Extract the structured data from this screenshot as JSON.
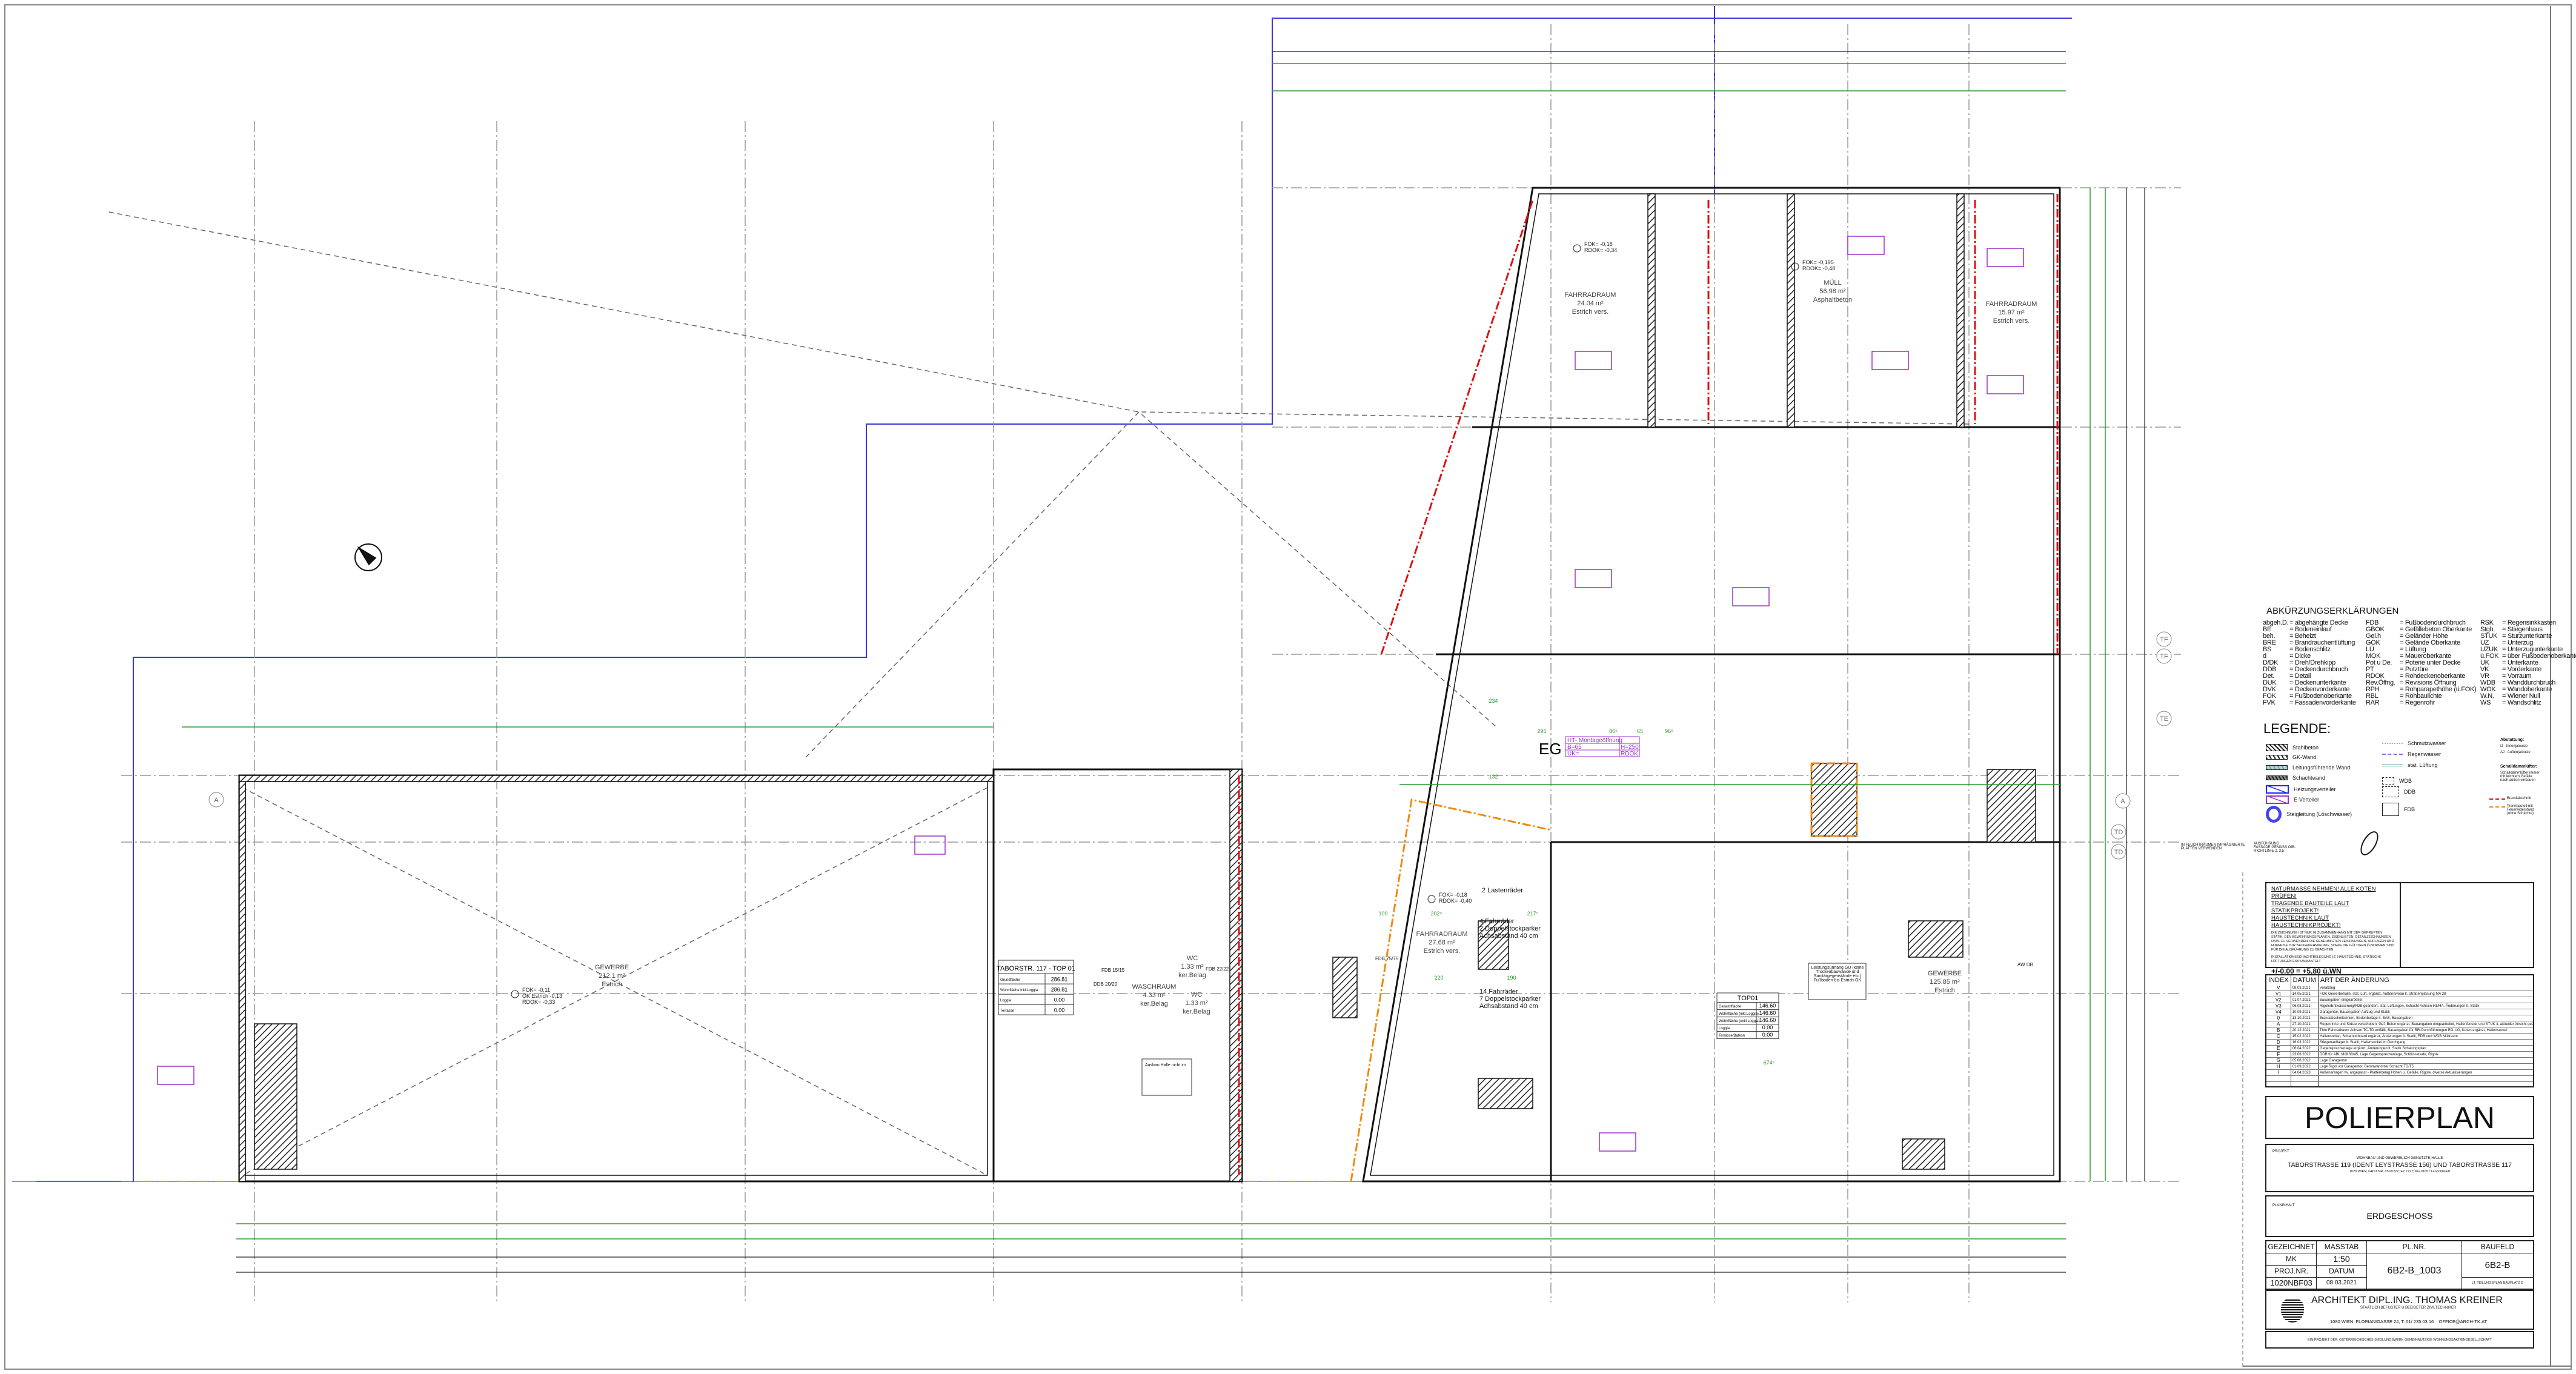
{
  "colors": {
    "wall": "#222222",
    "dimension": "#2e9a2e",
    "annotation": "#9b30c8",
    "property_line": "#3a3ad6",
    "fire": "#e01010",
    "fire_partition": "#f08a10"
  },
  "plan": {
    "level_label": "EG",
    "axes": [
      "TF",
      "TF",
      "TE",
      "TD",
      "TD",
      "A",
      "A"
    ],
    "rooms": [
      {
        "name": "GEWERBE",
        "area": "212.1 m²",
        "finish": "Estrich"
      },
      {
        "name": "WASCHRAUM",
        "area": "4.33 m²",
        "finish": "ker.Belag"
      },
      {
        "name": "WC",
        "area": "1.33 m²",
        "finish": "ker.Belag"
      },
      {
        "name": "WC",
        "area": "1.33 m²",
        "finish": "ker.Belag"
      },
      {
        "name": "FAHRRADRAUM",
        "area": "27.68 m²",
        "finish": "Estrich vers."
      },
      {
        "name": "FAHRRADRAUM",
        "area": "24.04 m²",
        "finish": "Estrich vers."
      },
      {
        "name": "MÜLL",
        "area": "56.98 m²",
        "finish": "Asphaltbeton"
      },
      {
        "name": "FAHRRADRAUM",
        "area": "15.97 m²",
        "finish": "Estrich vers."
      },
      {
        "name": "GEWERBE",
        "area": "125.85 m²",
        "finish": "Estrich"
      }
    ],
    "levels": [
      {
        "fok": "FOK= -0,11",
        "extra": "OK Estrich -0,13",
        "rdok": "RDOK= -0,33"
      },
      {
        "fok": "FOK= -0,18",
        "rdok": "RDOK= -0,40"
      },
      {
        "fok": "FOK= -0,18",
        "rdok": "RDOK= -0,34"
      },
      {
        "fok": "FOK= -0,195",
        "rdok": "RDOK= -0,48"
      }
    ],
    "bike_notes": [
      "2 Lastenräder",
      "4 Fahrräder",
      "2 Doppelstockparker",
      "Achsabstand 40 cm",
      "14 Fahrräder",
      "7 Doppelstockparker",
      "Achsabstand 40 cm"
    ],
    "opening": {
      "title": "HT- Montageöffnung",
      "b": "B=65",
      "h": "H=250",
      "uk": "UK=",
      "ref": "RDOK"
    },
    "dims": [
      "109",
      "202⁵",
      "217⁵",
      "220",
      "190",
      "296",
      "86⁵",
      "65",
      "96⁵",
      "674⁵",
      "234",
      "132"
    ],
    "fdb_labels": [
      "FDB 15/15",
      "DDB 20/20",
      "FDB 22/22",
      "FDB 75/75",
      "AW DB"
    ],
    "area_table_1": {
      "title": "TABORSTR. 117 - TOP 01",
      "rows": [
        [
          "Grundfläche",
          "286.81"
        ],
        [
          "Wohnfläche inkl.Loggia",
          "286.81"
        ],
        [
          "Loggia",
          "0.00"
        ],
        [
          "Terrasse",
          "0.00"
        ]
      ]
    },
    "area_table_2": {
      "title": "TOP01",
      "rows": [
        [
          "Gesamtfläche",
          "146.60"
        ],
        [
          "Wohnfläche (inkl.Loggia)",
          "146.60"
        ],
        [
          "Wohnfläche (exkl.Loggia)",
          "146.60"
        ],
        [
          "Loggia",
          "0.00"
        ],
        [
          "Terrasse/Balkon",
          "0.00"
        ]
      ]
    },
    "scope_note": "Leistungsumfang GU (keine Trockenbauwände und Sanitärgegenstände etc.) Fußboden bis Estrich-OK",
    "hall_note": "Ausbau Halle nicht im"
  },
  "abbreviations": {
    "title": "ABKÜRZUNGSERKLÄRUNGEN",
    "items": [
      [
        "abgeh.D.",
        "= abgehängte Decke"
      ],
      [
        "BE",
        "= Bodeneinlauf"
      ],
      [
        "beh.",
        "= Beheizt"
      ],
      [
        "BRE",
        "= Brandrauchentlüftung"
      ],
      [
        "BS",
        "= Bodenschlitz"
      ],
      [
        "d",
        "= Dicke"
      ],
      [
        "D/DK",
        "= Dreh/Drehkipp"
      ],
      [
        "DDB",
        "= Deckendurchbruch"
      ],
      [
        "Det.",
        "= Detail"
      ],
      [
        "DUK",
        "= Deckenunterkante"
      ],
      [
        "DVK",
        "= Deckenvorderkante"
      ],
      [
        "FOK",
        "= Fußbodenoberkante"
      ],
      [
        "FVK",
        "= Fassadenvorderkante"
      ],
      [
        "FDB",
        "= Fußbodendurchbruch"
      ],
      [
        "GBOK",
        "= Gefällebeton Oberkante"
      ],
      [
        "Gel.h",
        "= Geländer Höhe"
      ],
      [
        "GOK",
        "= Gelände Oberkante"
      ],
      [
        "LÜ",
        "= Lüftung"
      ],
      [
        "MOK",
        "= Maueroberkante"
      ],
      [
        "Pot u De.",
        "= Poterie unter Decke"
      ],
      [
        "PT",
        "= Putztüre"
      ],
      [
        "RDOK",
        "= Rohdeckenoberkante"
      ],
      [
        "Rev.Öffng.",
        "= Revisions Öffnung"
      ],
      [
        "RPH",
        "= Rohparapethöhe (ü.FOK)"
      ],
      [
        "RBL",
        "= Rohbaulichte"
      ],
      [
        "RAR",
        "= Regenrohr"
      ],
      [
        "RSK",
        "= Regensinkkasten"
      ],
      [
        "Stgh.",
        "= Stiegenhaus"
      ],
      [
        "STUK",
        "= Sturzunterkante"
      ],
      [
        "UZ",
        "= Unterzug"
      ],
      [
        "UZUK",
        "= Unterzugunterkante"
      ],
      [
        "ü.FOK",
        "= über Fußbodenoberkante"
      ],
      [
        "UK",
        "= Unterkante"
      ],
      [
        "VK",
        "= Vorderkante"
      ],
      [
        "VR",
        "= Vorraum"
      ],
      [
        "WDB",
        "= Wanddurchbruch"
      ],
      [
        "WOK",
        "= Wandoberkante"
      ],
      [
        "W.N.",
        "= Wiener Null"
      ],
      [
        "WS",
        "= Wandschlitz"
      ]
    ]
  },
  "legend": {
    "title": "LEGENDE:",
    "materials": [
      "Stahlbeton",
      "GK-Wand",
      "Leitungsführende Wand",
      "Schachtwand",
      "Heizungsverteiler",
      "E-Verteiler",
      "Steigleitung (Löschwasser)"
    ],
    "lines": [
      "Schmutzwasser",
      "Regenwasser",
      "stat. Lüftung",
      "WDB",
      "DDB",
      "FDB"
    ],
    "abstattung_title": "Abstattung:",
    "abstattung": [
      "IJ   Innenjalousie",
      "AJ   Außenjalousie"
    ],
    "schall_title": "Schalldämmlüfter:",
    "schall_text": "Schalldämmlüfter immer mit leichtem Gefälle nach außen einbauen",
    "fire": [
      "Brandabschnitt",
      "Trennbauteil mit Feuerwiderstand (ohne Schächte)"
    ],
    "note_1": "IN FEUCHTRÄUMEN IMPRÄGNIERTE PLATTEN VERWENDEN",
    "note_2": "AUSFÜHRUNG FASSADE GEMÄSS OIB-RICHTLINIE 2, 3.5"
  },
  "notes": {
    "warnings": [
      "NATURMASSE NEHMEN! ALLE KOTEN PRÜFEN!",
      "TRAGENDE BAUTEILE LAUT STATIKPROJEKT!",
      "HAUSTECHNIK LAUT HAUSTECHNIKPROJEKT!"
    ],
    "body": "DIE ZEICHNUNG IST NUR IM ZUSAMMENHANG MIT DER GEPRÜFTEN STATIK, DEN BEWEHRUNGSPLÄNEN, EISENLISTEN, DETAILZEICHNUNGEN USW. ZU VERWENDEN. DIE GENEHMIGTEN ZEICHNUNGEN, AUFLAGEN UND HINWEISE ZUR BAUGENEHMIGUNG, SOWIE DIE GÜLTIGEN Ö-NORMEN SIND FÜR DIE AUSFÜHRUNG ZU BEACHTEN.",
    "install": "INSTALLATIONSSCHACHTBELEGUNG LT. HAUSTECHNIK, STATISCHE LÜFTUNGEN EI90 UMMANTELT",
    "datum_level": "+/-0.00 = +5,80 ü.WN"
  },
  "revisions": {
    "headers": [
      "INDEX",
      "DATUM",
      "ART DER ÄNDERUNG"
    ],
    "rows": [
      [
        "V",
        "08.03.2021",
        "Vorabzug"
      ],
      [
        "V1",
        "14.05.2021",
        "FOK Gewerbehalle, stat. Lüft. ergänzt, Außenniveau lt. Straßenplanung MA 28"
      ],
      [
        "V2",
        "01.07.2021",
        "Bauangaben eingearbeitet"
      ],
      [
        "V3",
        "06.08.2021",
        "Rigole/Entwässerung/FDB geändert, stat. Lüftungen, Schacht Achsen H1/HA, Änderungen lt. Statik"
      ],
      [
        "V4",
        "10.09.2021",
        "Garagentor, Bauangaben Aufzug und Statik"
      ],
      [
        "0",
        "13.10.2021",
        "Brandabschnittslinien, Bodenbeläge lt. BAB, Bauangaben"
      ],
      [
        "A",
        "27.10.2021",
        "Regenrinne und Stütze verschoben, Gef.-Beton ergänzt, Bauangaben eingearbeitet, Hallenfenster und STUK lt. aktueller Ansicht geändert"
      ],
      [
        "B",
        "20.12.2021",
        "Türe Fahrradraum Achsen TC-TD entfällt, Bauangaben für RR-Durchführungen EG-UG, Koten ergänzt, Hallensockel"
      ],
      [
        "C",
        "15.02.2022",
        "Hallensockel, Schamottboard ergänzt, Änderungen lt. Statik, FDB und WDB Müllraum"
      ],
      [
        "D",
        "16.03.2022",
        "Stiegenauflager lt. Statik, Hallensockel im Durchgang"
      ],
      [
        "E",
        "06.04.2022",
        "Gegensprechanlage ergänzt, Änderungen lt. Statik Schalungsplan"
      ],
      [
        "F",
        "23.06.2022",
        "DDB für ABL Müll 60/45, Lage Gegensprechanlage, Schlüsselsafe, Rigole"
      ],
      [
        "G",
        "05.08.2022",
        "Lage Garagentor"
      ],
      [
        "H",
        "01.09.2022",
        "Lage Rigol vor Garagentor, Betonwand bei Schacht TD/T5"
      ],
      [
        "I",
        "04.04.2023",
        "Außenanlagen tw. angepasst - Plattenbelag Höhen u. Gefälle, Rigole, diverse Aktualisierungen"
      ]
    ]
  },
  "title_block": {
    "plan_type": "POLIERPLAN",
    "projekt_label": "PROJEKT",
    "projekt_sub": "WOHNBAU UND GEWERBLICH GENUTZTE HALLE",
    "projekt_title": "TABORSTRASSE 119 (IDENT LEYSTRASSE 156) UND TABORSTRASSE 117",
    "projekt_address": "1020 WIEN; GRST.NR. 1502/222; EZ 7727; KG 01657 Leopoldstadt",
    "planinhalt_label": "PLANINHALT",
    "planinhalt": "ERDGESCHOSS",
    "gezeichnet_label": "GEZEICHNET",
    "gezeichnet": "MK",
    "masstab_label": "MASSTAB",
    "masstab": "1:50",
    "projnr_label": "PROJ.NR.",
    "projnr": "1020NBF03",
    "datum_label": "DATUM",
    "datum": "08.03.2021",
    "plnr_label": "PL.NR.",
    "plnr": "6B2-B_1003",
    "baufeld_label": "BAUFELD",
    "baufeld": "6B2-B",
    "baufeld_note": "LT. TEILUNGSPLAN BAUPLATZ E",
    "architect": "ARCHITEKT DIPL.ING. THOMAS KREINER",
    "architect_sub": "STAATLICH BEFUGTER U.BEEIDETER ZIVILTECHNIKER",
    "architect_contact": "1080 WIEN, FLORIANIGASSE 24, T: 01/ 235 03 16    OFFICE@ARCH-TK.AT",
    "client": "EIN PROJEKT DER: ÖSTERREICHISCHES SIEDLUNGSWERK GEMEINNÜTZIGE WOHNUNGSAKTIENGESELLSCHAFT"
  }
}
